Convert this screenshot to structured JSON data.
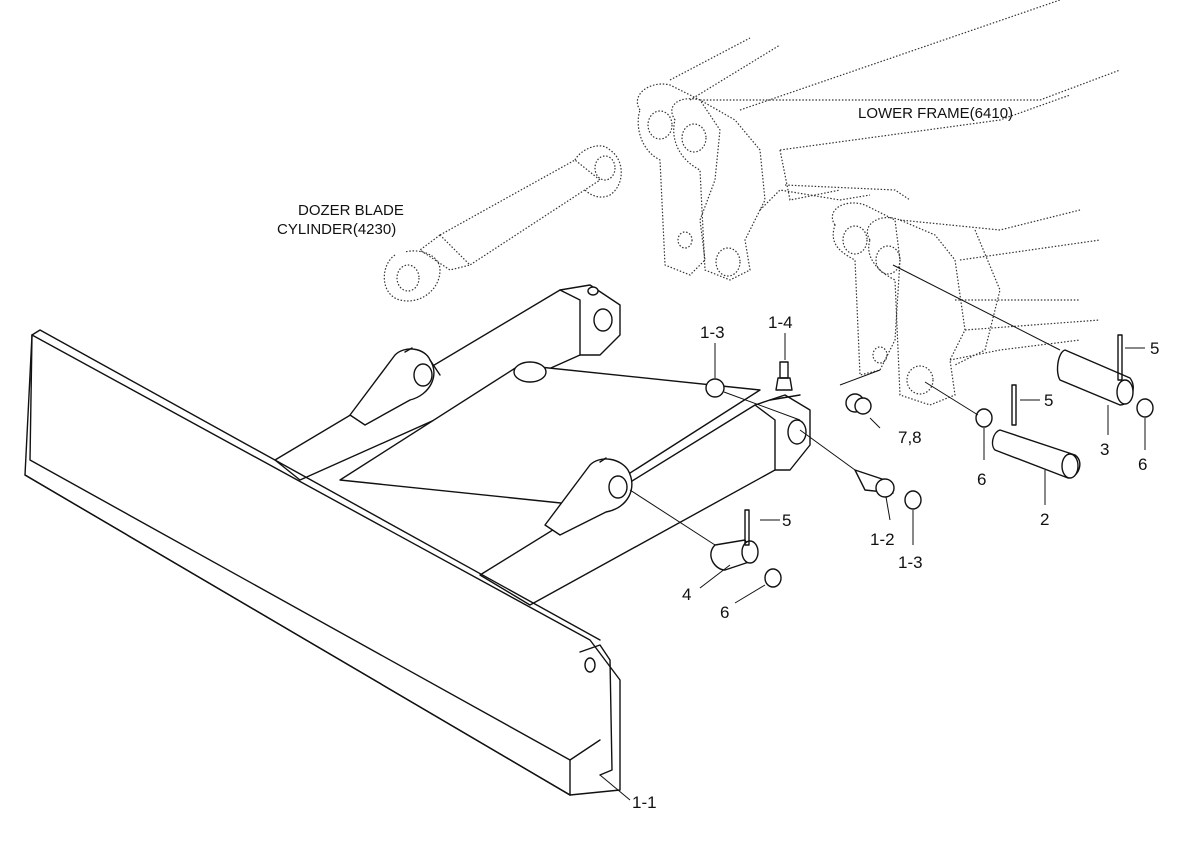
{
  "titles": {
    "lower_frame": "LOWER FRAME(6410)",
    "cylinder_line1": "DOZER BLADE",
    "cylinder_line2": "CYLINDER(4230)"
  },
  "callouts": {
    "p1_1": "1-1",
    "p1_2": "1-2",
    "p1_3_top": "1-3",
    "p1_3_bottom": "1-3",
    "p1_4": "1-4",
    "p2": "2",
    "p3": "3",
    "p4": "4",
    "p5_left": "5",
    "p5_mid": "5",
    "p5_right": "5",
    "p6_left": "6",
    "p6_mid": "6",
    "p6_right": "6",
    "p7_8": "7,8"
  }
}
